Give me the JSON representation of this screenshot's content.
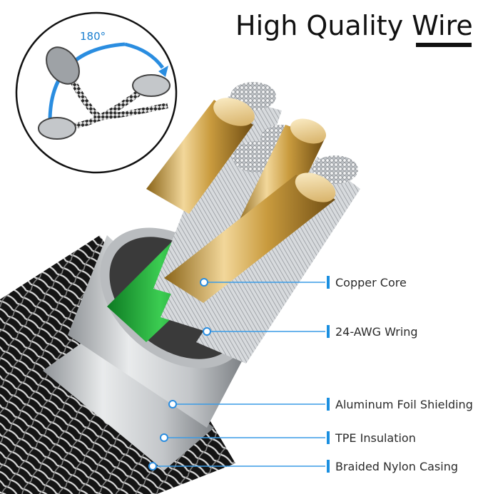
{
  "title": {
    "main": "High Quality ",
    "highlight": "Wire"
  },
  "inset": {
    "angle_label": "180°"
  },
  "callouts": [
    {
      "label": "Copper Core"
    },
    {
      "label": "24-AWG Wring"
    },
    {
      "label": "Aluminum Foil Shielding"
    },
    {
      "label": "TPE Insulation"
    },
    {
      "label": "Braided Nylon Casing"
    }
  ],
  "colors": {
    "accent": "#1a8fe0",
    "copper": "#c9a14a",
    "silver": "#cfd2d4",
    "braid": "#1b1b1b",
    "green": "#1ea838"
  }
}
